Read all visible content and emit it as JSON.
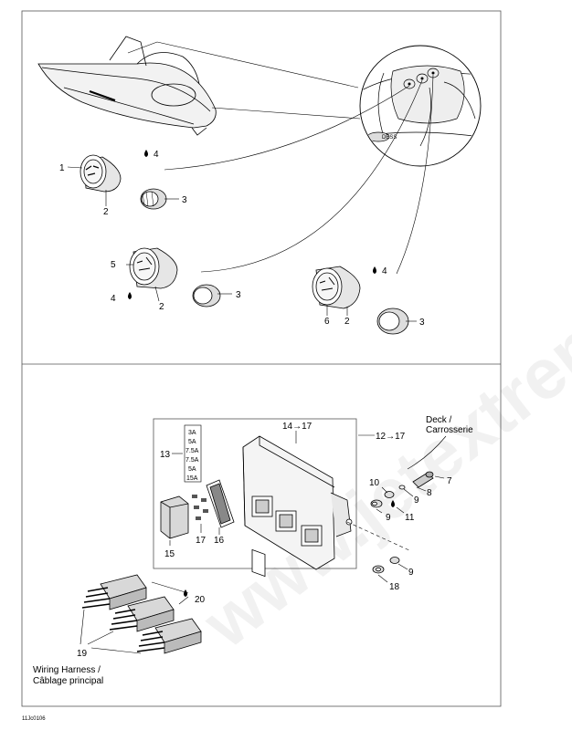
{
  "watermark": "www.jetextremelife.ru",
  "callouts": {
    "c1": "1",
    "c2a": "2",
    "c3a": "3",
    "c4a": "4",
    "c5": "5",
    "c4b": "4",
    "c2b": "2",
    "c3b": "3",
    "c6": "6",
    "c2c": "2",
    "c3c": "3",
    "c4c": "4",
    "c14": "14→17",
    "c12": "12→17",
    "c13": "13",
    "c7": "7",
    "c8": "8",
    "c9a": "9",
    "c10": "10",
    "c9b": "9",
    "c11": "11",
    "c9c": "9",
    "c18": "18",
    "c16": "16",
    "c17": "17",
    "c15": "15",
    "c20": "20",
    "c19": "19"
  },
  "fuse_ratings": [
    "3A",
    "5A",
    "7.5A",
    "7.5A",
    "5A",
    "15A"
  ],
  "deck_label": [
    "Deck /",
    "Carrosserie"
  ],
  "harness_label": [
    "Wiring Harness /",
    "Câblage principal"
  ],
  "figure_code": "11Jc0106",
  "gauge_badge": "DESS"
}
